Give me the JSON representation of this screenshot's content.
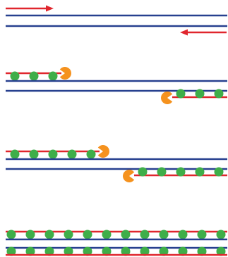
{
  "colors": {
    "template_strand": "#27408f",
    "new_strand": "#e0262d",
    "nucleotide": "#3fae49",
    "polymerase": "#f5921e",
    "background": "#ffffff"
  },
  "panels": [
    {
      "name": "initial-strands-panel",
      "upper_primer_nucleotides": 0,
      "lower_primer_nucleotides": 0,
      "has_polymerase": false,
      "has_direction_arrows": true
    },
    {
      "name": "early-extension-panel",
      "upper_primer_nucleotides": 3,
      "lower_primer_nucleotides": 3,
      "has_polymerase": true,
      "has_direction_arrows": false
    },
    {
      "name": "mid-extension-panel",
      "upper_primer_nucleotides": 5,
      "lower_primer_nucleotides": 5,
      "has_polymerase": true,
      "has_direction_arrows": false
    },
    {
      "name": "complete-duplex-panel",
      "upper_primer_nucleotides": 12,
      "lower_primer_nucleotides": 12,
      "has_polymerase": false,
      "has_direction_arrows": false
    }
  ]
}
